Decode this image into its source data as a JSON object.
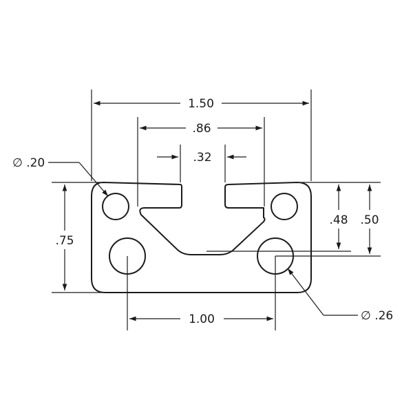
{
  "dimensions": {
    "overall_width": "1.50",
    "slot_outer_width": ".86",
    "slot_opening": ".32",
    "overall_height": ".75",
    "depth_inner": ".48",
    "depth_outer": ".50",
    "center_distance": "1.00",
    "small_hole_diameter": "∅ .20",
    "large_hole_diameter": "∅ .26"
  },
  "colors": {
    "line": "#1a1a1a",
    "background": "#ffffff"
  }
}
